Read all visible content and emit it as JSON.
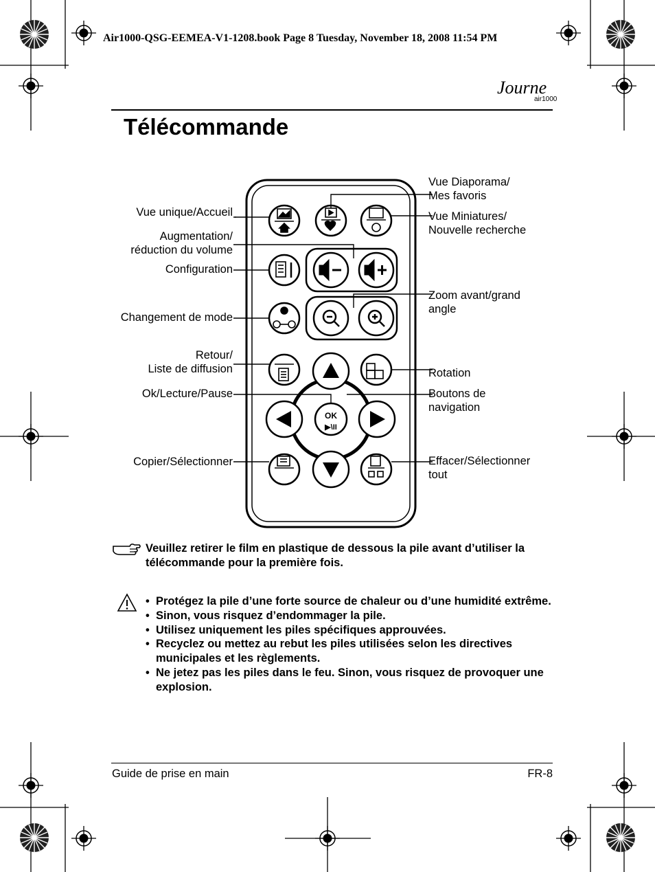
{
  "header": {
    "slug": "Air1000-QSG-EEMEA-V1-1208.book  Page 8  Tuesday, November 18, 2008  11:54 PM",
    "logo": "Journe",
    "logo_sub": "air1000"
  },
  "page_title": "Télécommande",
  "labels_left": {
    "single_view_home": "Vue unique/Accueil",
    "volume_1": "Augmentation/",
    "volume_2": "réduction du volume",
    "setup": "Configuration",
    "mode": "Changement de mode",
    "back_1": "Retour/",
    "back_2": "Liste de diffusion",
    "ok": "Ok/Lecture/Pause",
    "copy": "Copier/Sélectionner"
  },
  "labels_right": {
    "slideshow_1": "Vue Diaporama/",
    "slideshow_2": "Mes favoris",
    "thumbs_1": "Vue Miniatures/",
    "thumbs_2": "Nouvelle recherche",
    "zoom_1": "Zoom avant/grand",
    "zoom_2": "angle",
    "rotate": "Rotation",
    "nav_1": "Boutons de",
    "nav_2": "navigation",
    "delete_1": "Effacer/Sélectionner",
    "delete_2": "tout"
  },
  "remote_text": {
    "ok": "OK",
    "play": "▶\\II"
  },
  "note": "Veuillez retirer le film en plastique de dessous la pile avant d’utiliser la télécommande pour la première fois.",
  "warnings": [
    "Protégez la pile d’une forte source de chaleur ou d’une humidité extrême.",
    "Sinon, vous risquez d’endommager la pile.",
    "Utilisez uniquement les piles spécifiques approuvées.",
    "Recyclez ou mettez au rebut les piles utilisées selon les directives municipales et les règlements.",
    "Ne jetez pas les piles dans le feu. Sinon, vous risquez de provoquer une explosion."
  ],
  "footer": {
    "left": "Guide de prise en main",
    "right": "FR-8"
  }
}
